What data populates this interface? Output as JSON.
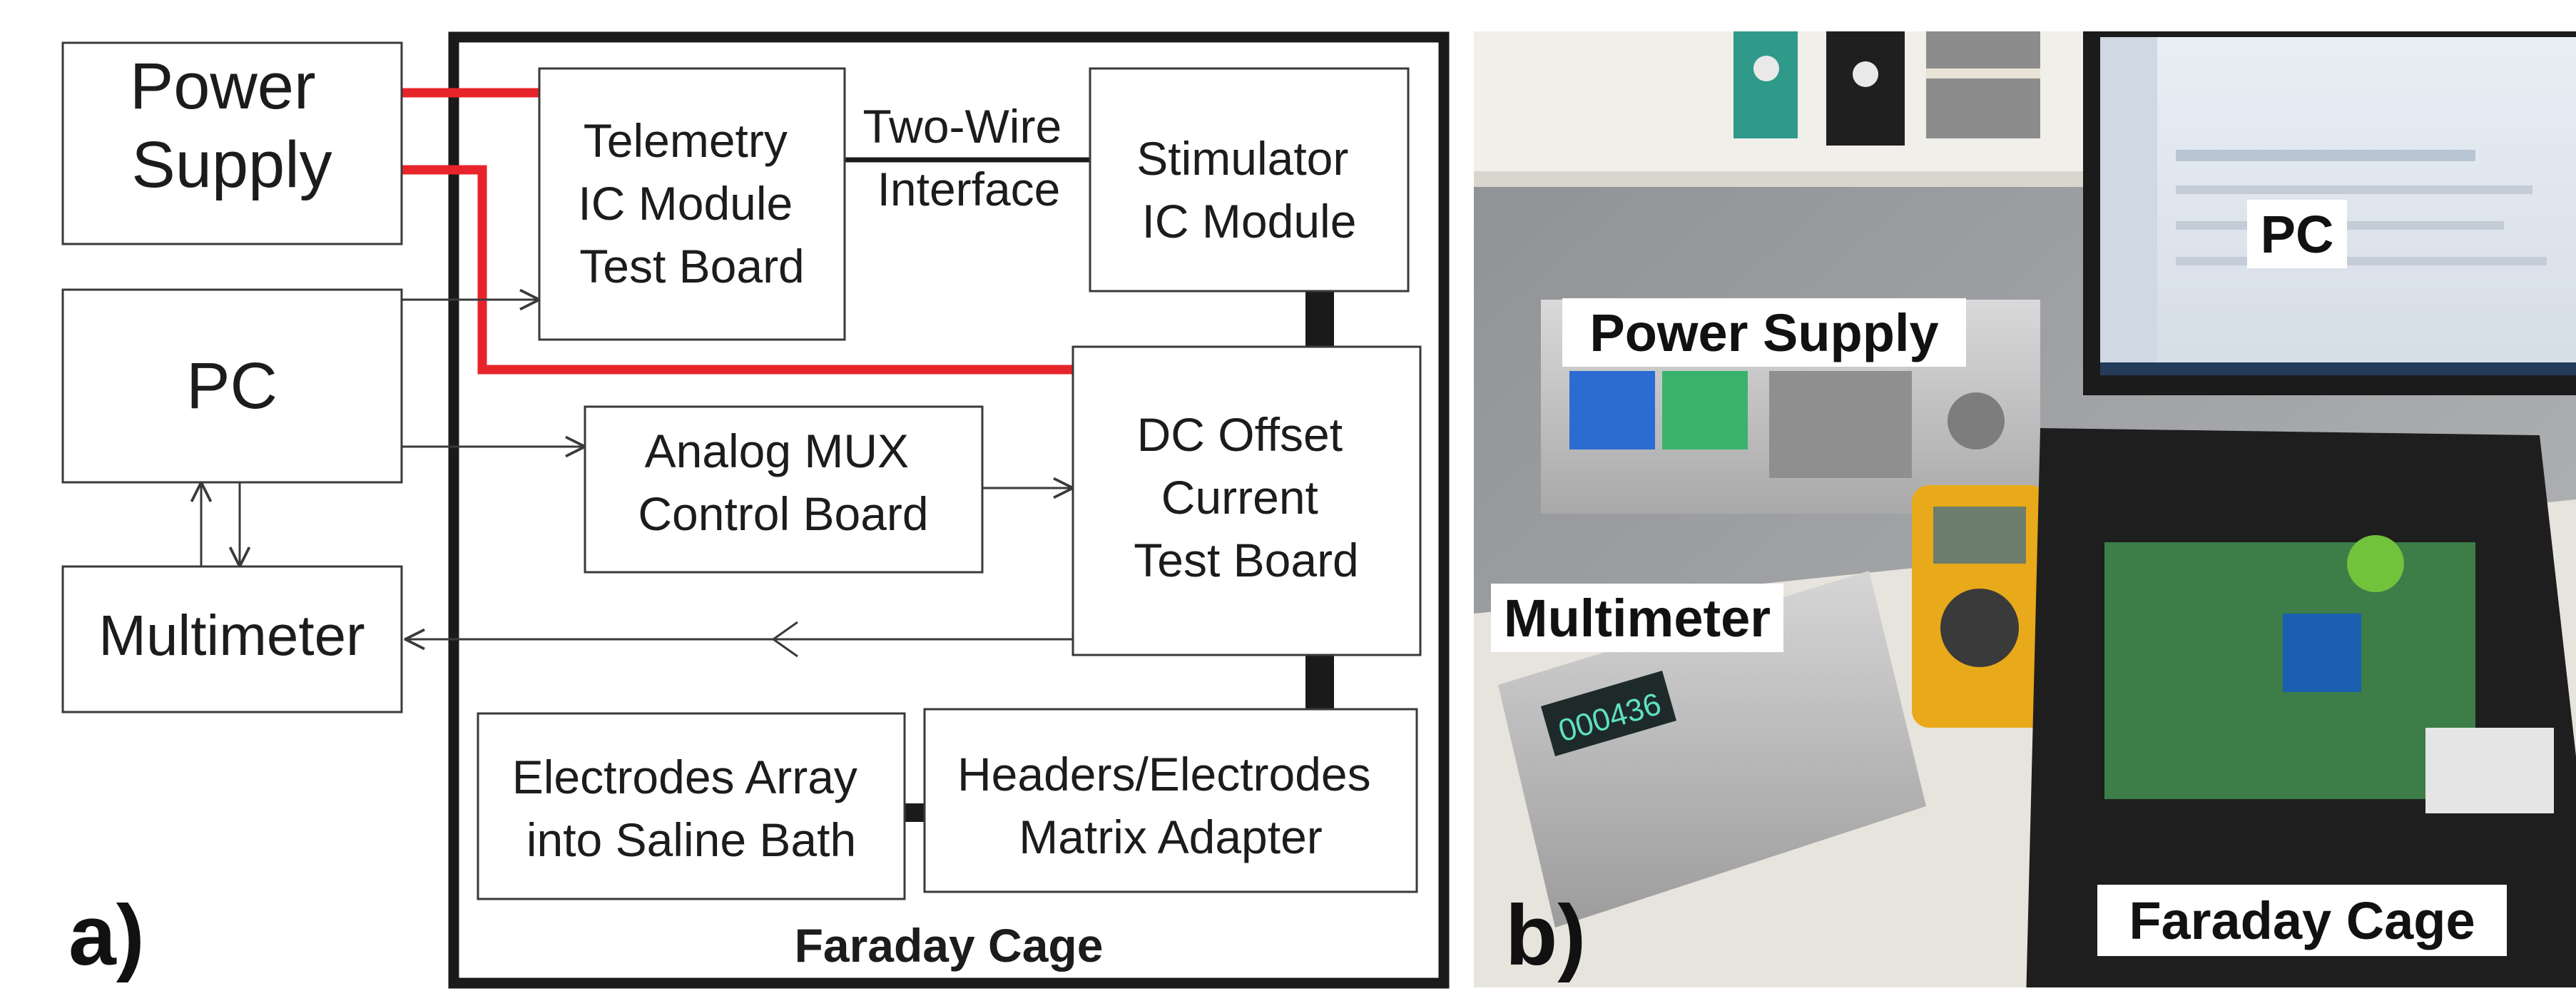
{
  "panel_a": {
    "label": "a)",
    "cage_label": "Faraday Cage",
    "power_supply": [
      "Power",
      "Supply"
    ],
    "pc": "PC",
    "multimeter": "Multimeter",
    "telemetry": [
      "Telemetry",
      "IC Module",
      "Test Board"
    ],
    "two_wire": [
      "Two-Wire",
      "Interface"
    ],
    "stimulator": [
      "Stimulator",
      "IC Module"
    ],
    "analog_mux": [
      "Analog MUX",
      "Control Board"
    ],
    "dc_offset": [
      "DC Offset",
      "Current",
      "Test Board"
    ],
    "electrodes": [
      "Electrodes Array",
      "into Saline Bath"
    ],
    "headers": [
      "Headers/Electrodes",
      "Matrix Adapter"
    ]
  },
  "panel_b": {
    "label": "b)",
    "tags": {
      "power_supply": "Power Supply",
      "pc": "PC",
      "multimeter": "Multimeter",
      "faraday_cage": "Faraday Cage"
    },
    "multimeter_display": "000436"
  },
  "colors": {
    "power_wire": "#e8242b",
    "outline": "#3a3a3a",
    "cage_border": "#1a1a1a"
  }
}
